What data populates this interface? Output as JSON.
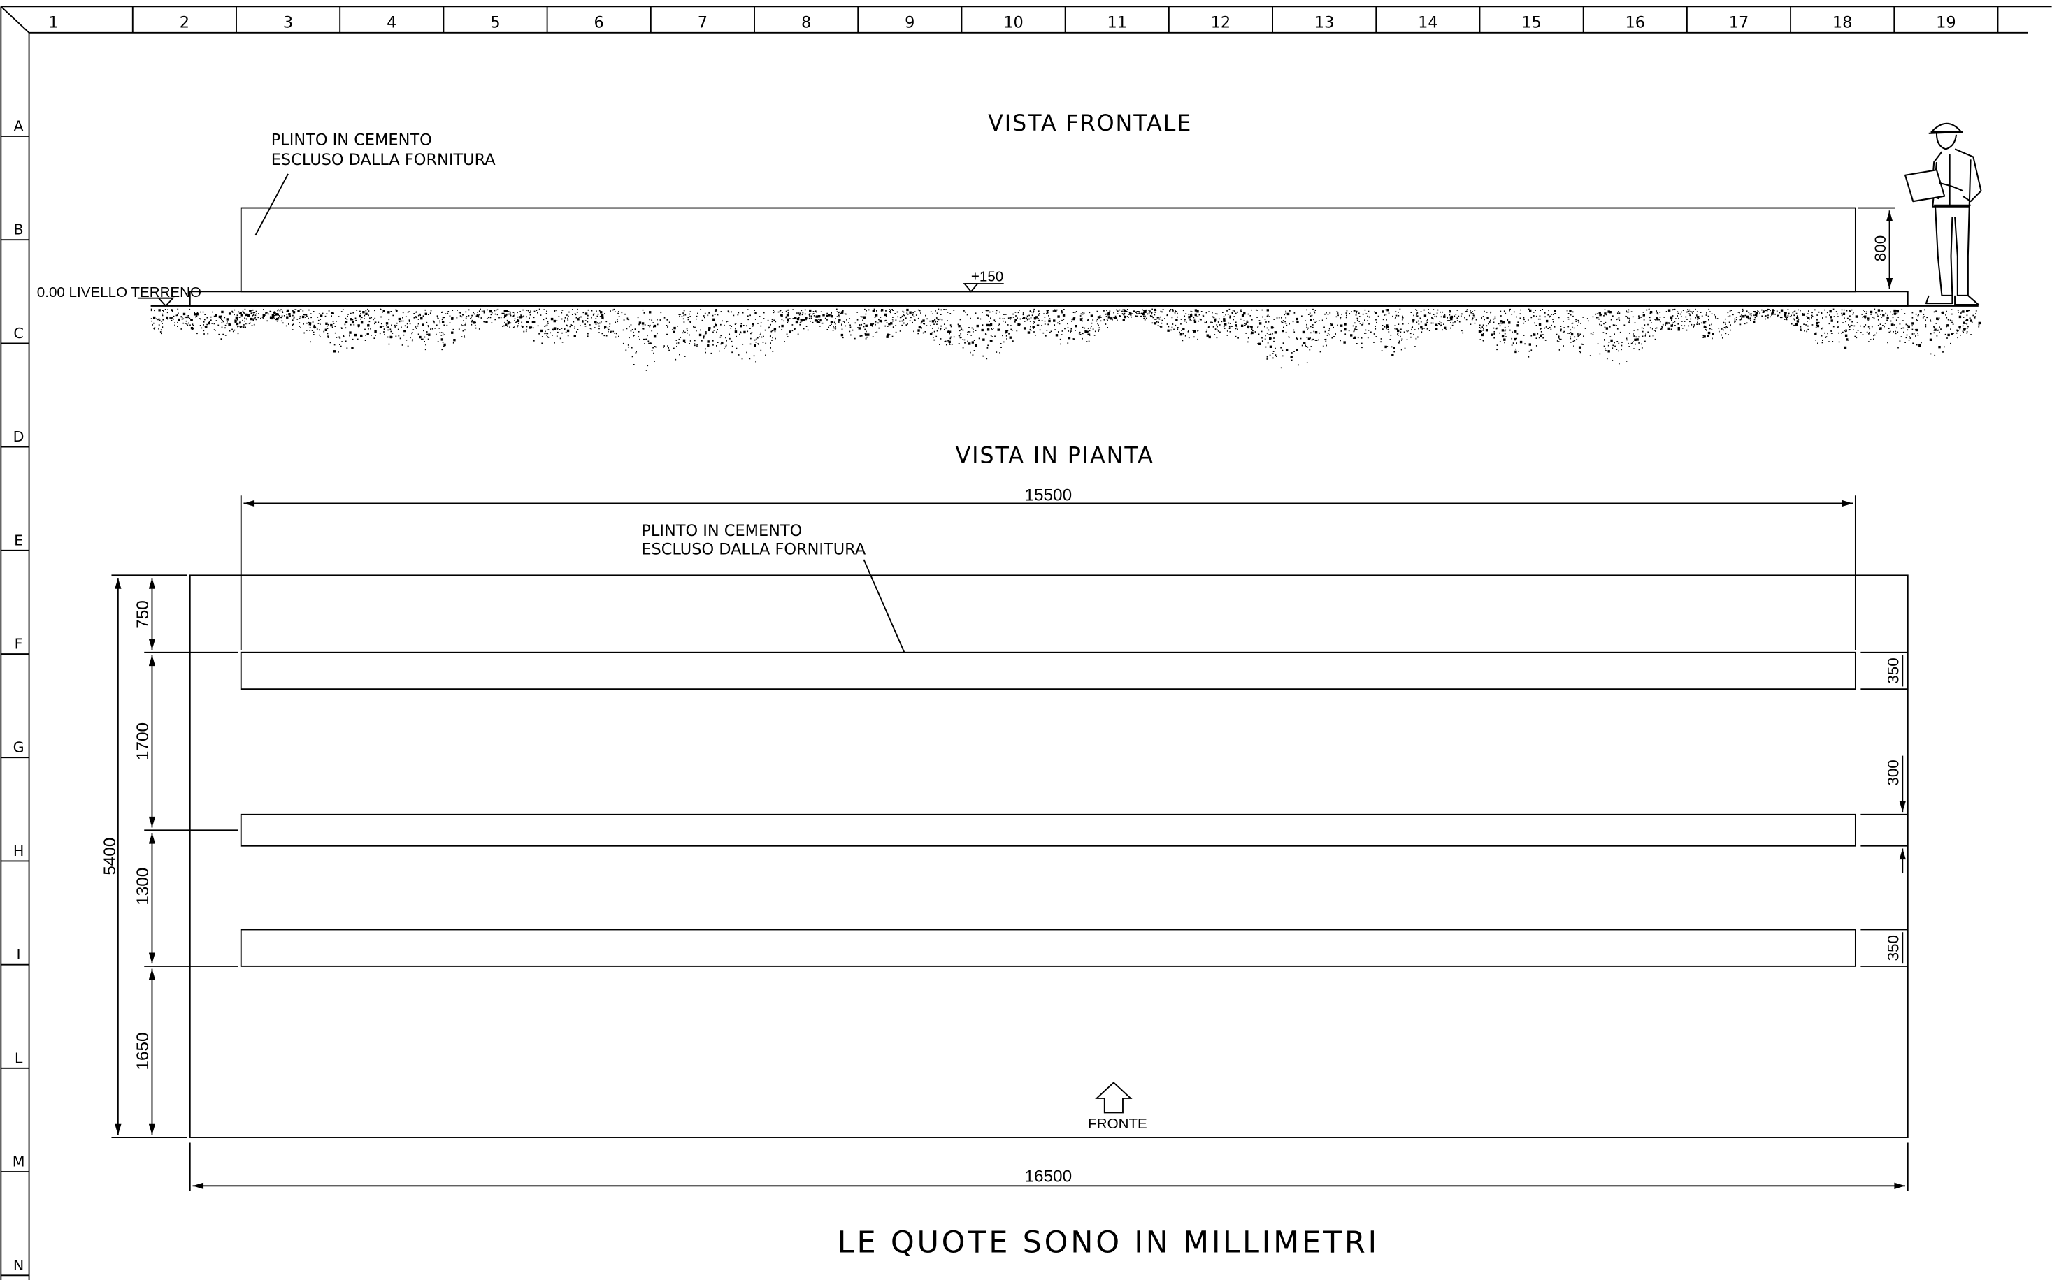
{
  "frame": {
    "columns": [
      "1",
      "2",
      "3",
      "4",
      "5",
      "6",
      "7",
      "8",
      "9",
      "10",
      "11",
      "12",
      "13",
      "14",
      "15",
      "16",
      "17",
      "18",
      "19"
    ],
    "rows": [
      "A",
      "B",
      "C",
      "D",
      "E",
      "F",
      "G",
      "H",
      "I",
      "L",
      "M",
      "N"
    ]
  },
  "front_view": {
    "title": "VISTA FRONTALE",
    "note_line1": "PLINTO IN CEMENTO",
    "note_line2": "ESCLUSO DALLA FORNITURA",
    "ground_label": "0.00 LIVELLO TERRENO",
    "level_label": "+150",
    "height_dim": "800"
  },
  "plan_view": {
    "title": "VISTA IN PIANTA",
    "note_line1": "PLINTO IN CEMENTO",
    "note_line2": "ESCLUSO DALLA FORNITURA",
    "dim_width_inner": "15500",
    "dim_width_outer": "16500",
    "dim_total_height": "5400",
    "dim_750": "750",
    "dim_1700": "1700",
    "dim_1300": "1300",
    "dim_1650": "1650",
    "dim_350_top": "350",
    "dim_300": "300",
    "dim_350_bottom": "350",
    "front_label": "FRONTE"
  },
  "footer_note": "LE QUOTE SONO IN MILLIMETRI"
}
